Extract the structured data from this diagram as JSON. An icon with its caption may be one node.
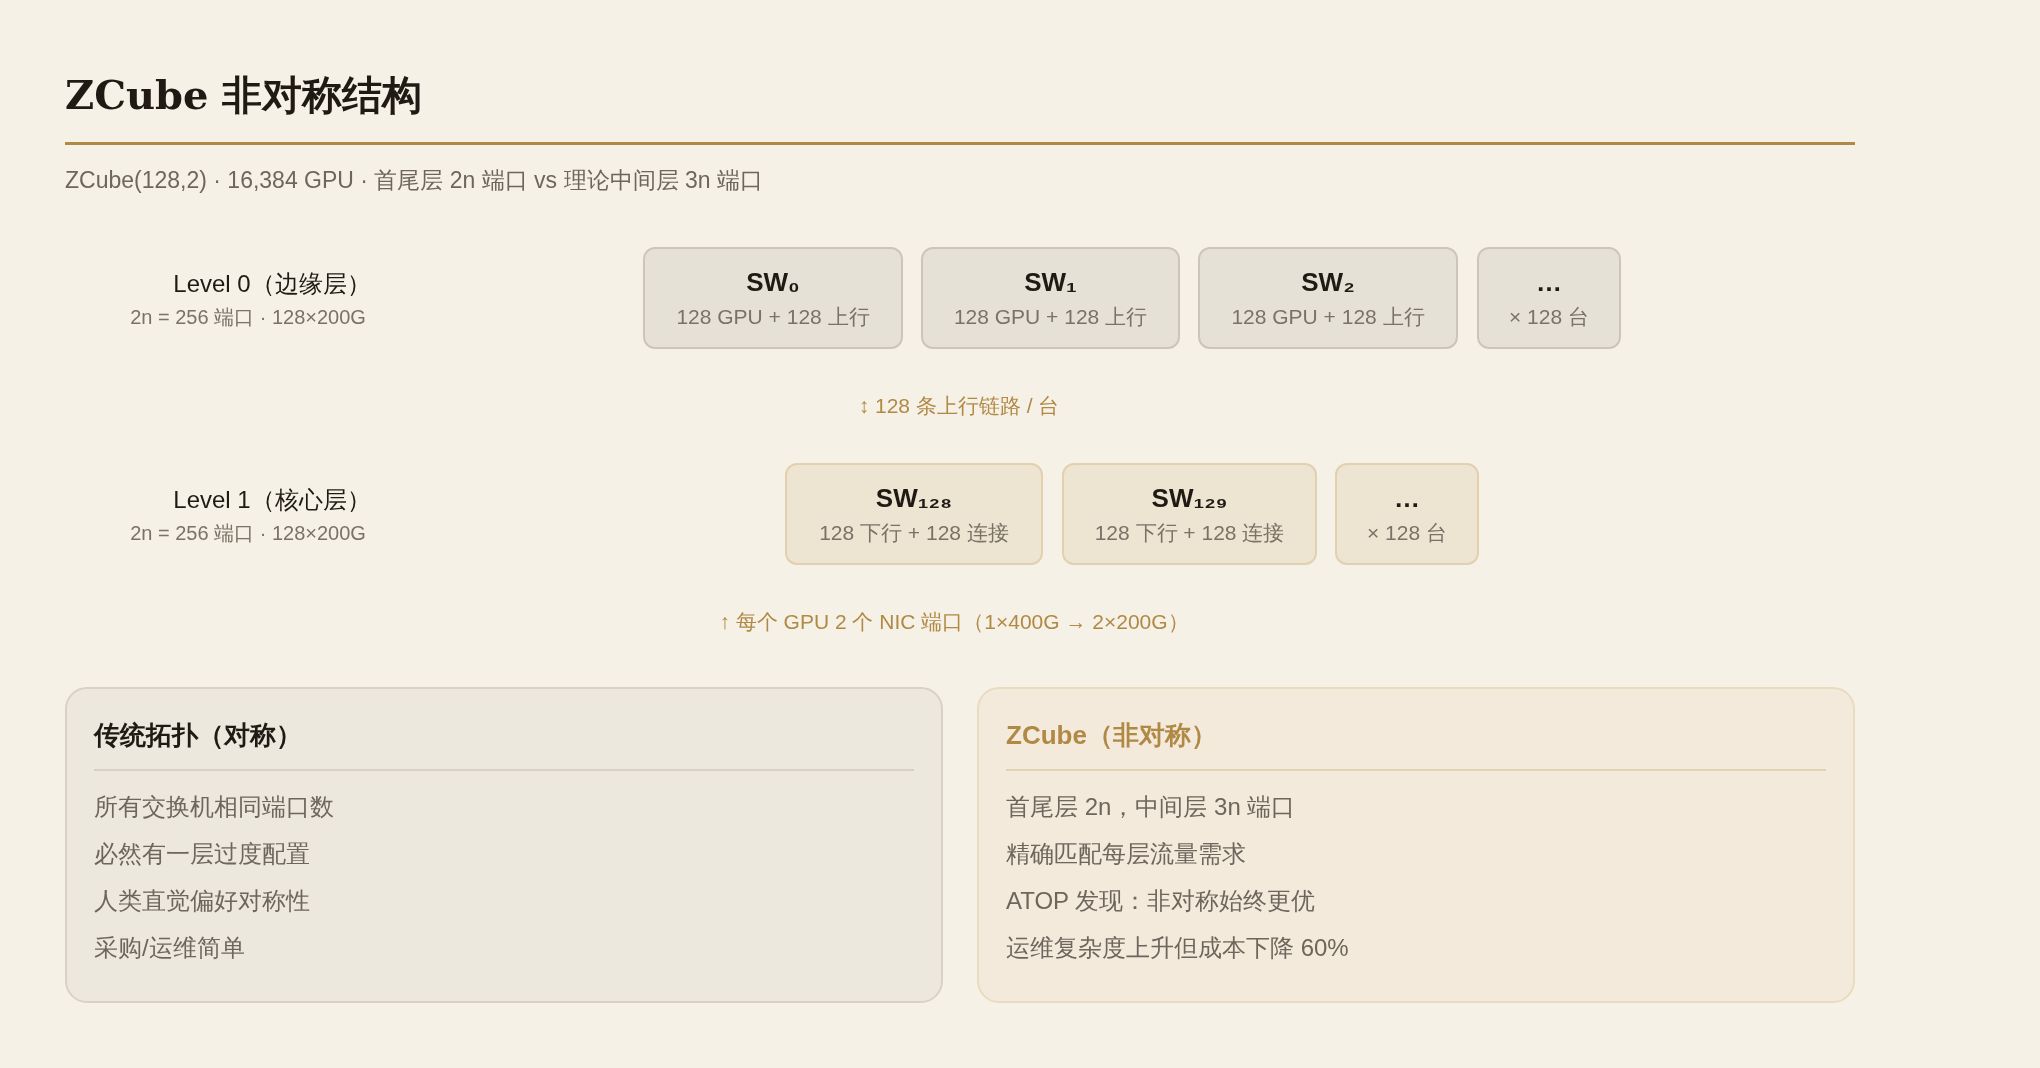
{
  "diagram": {
    "title": "ZCube 非对称结构",
    "nodes": [
      {
        "text": [
          "SW₀",
          "128 GPU + 128 上行"
        ]
      },
      {
        "text": [
          "SW₁",
          "128 GPU + 128 上行"
        ]
      },
      {
        "text": [
          "SW₂",
          "128 GPU + 128 上行"
        ]
      },
      {
        "text": [
          "…",
          "× 128 台"
        ]
      },
      {
        "text": [
          "SW₁₂₈",
          "128 下行 + 128 连接"
        ]
      },
      {
        "text": [
          "SW₁₂₉",
          "128 下行 + 128 连接"
        ]
      },
      {
        "text": [
          "…",
          "× 128 台"
        ]
      },
      {
        "text": [
          "传统拓扑（对称）",
          "所有交换机相同端口数",
          "必然有一层过度配置",
          "人类直觉偏好对称性",
          "采购/运维简单"
        ]
      },
      {
        "text": [
          "ZCube（非对称）",
          "首尾层 2n，中间层 3n 端口",
          "精确匹配每层流量需求",
          "ATOP 发现：非对称始终更优",
          "运维复杂度上升但成本下降 60%"
        ]
      }
    ],
    "labels": [
      "ZCube(128,2) · 16,384 GPU · 首尾层 2n 端口 vs 理论中间层 3n 端口",
      "Level 0（边缘层）",
      "2n = 256 端口 · 128×200G",
      "↕ 128 条上行链路 / 台",
      "Level 1（核心层）",
      "2n = 256 端口 · 128×200G",
      "↑ 每个 GPU 2 个 NIC 端口（1×400G → 2×200G）"
    ]
  }
}
